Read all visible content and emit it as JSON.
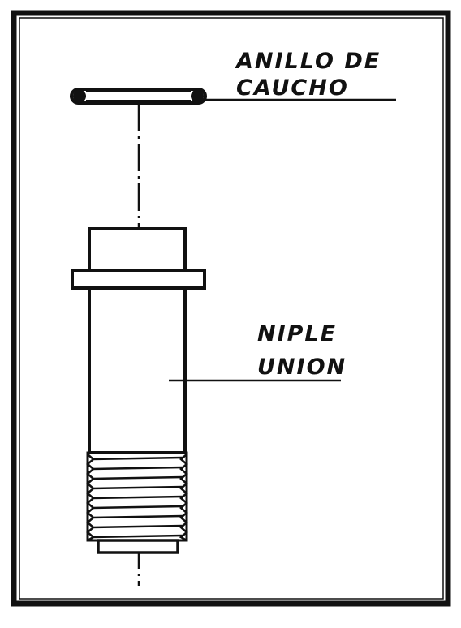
{
  "labels": {
    "ring_line1": "ANILLO DE",
    "ring_line2": "CAUCHO",
    "nipple_line1": "NIPLE",
    "nipple_line2": "UNION"
  },
  "colors": {
    "ink": "#111111",
    "paper": "#ffffff"
  }
}
